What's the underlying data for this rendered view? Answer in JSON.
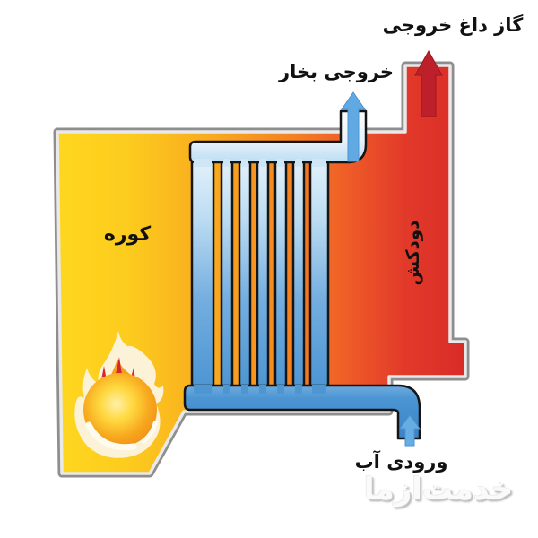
{
  "diagram": {
    "type": "boiler-furnace-schematic",
    "tube_count": 7,
    "labels": {
      "hot_gas_out": "گاز داغ خروجی",
      "steam_out": "خروجی بخار",
      "furnace": "کوره",
      "chimney": "دودکش",
      "water_in": "ورودی آب"
    },
    "icons": {
      "flame": "flame-icon",
      "steam_arrow": "up-arrow-blue",
      "water_arrow": "up-arrow-blue",
      "hot_gas_arrow": "up-arrow-red"
    },
    "colors": {
      "furnace_yellow": "#FFD71F",
      "furnace_orange": "#F58021",
      "flue_red": "#D92B27",
      "water_blue": "#4B94D3",
      "header_light_blue": "#C8E3F5",
      "steam_arrow_blue": "#61A9E3",
      "hot_gas_arrow_red": "#BE202B",
      "outline_gray": "#8E8E8E"
    }
  },
  "watermark": {
    "text": "خدمت‌ازما"
  }
}
